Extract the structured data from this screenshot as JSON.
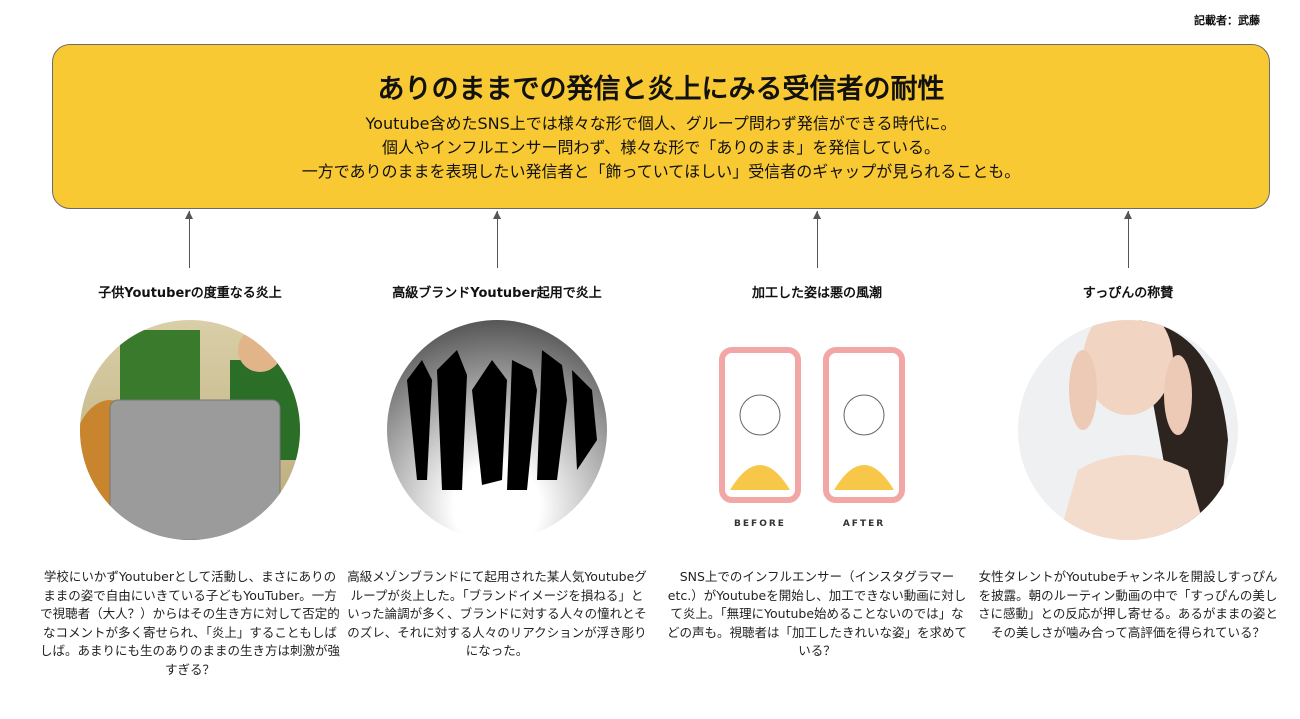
{
  "author": "記載者：武藤",
  "banner": {
    "title": "ありのままでの発信と炎上にみる受信者の耐性",
    "lines": [
      "Youtube含めたSNS上では様々な形で個人、グループ問わず発信ができる時代に。",
      "個人やインフルエンサー問わず、様々な形で「ありのまま」を発信している。",
      "一方でありのままを表現したい発信者と「飾っていてほしい」受信者のギャップが見られることも。"
    ]
  },
  "columns": [
    {
      "title": "子供Youtuberの度重なる炎上",
      "text": "学校にいかずYoutuberとして活動し、まさにありのままの姿で自由にいきている子どもYouTuber。一方で視聴者（大人？）からはその生き方に対して否定的なコメントが多く寄せられ、「炎上」することもしばしば。あまりにも生のありのままの生き方は刺激が強すぎる？"
    },
    {
      "title": "高級ブランドYoutuber起用で炎上",
      "text": "高級メゾンブランドにて起用された某人気Youtubeグループが炎上した。「ブランドイメージを損ねる」といった論調が多く、ブランドに対する人々の憧れとそのズレ、それに対する人々のリアクションが浮き彫りになった。"
    },
    {
      "title": "加工した姿は悪の風潮",
      "text": "SNS上でのインフルエンサー（インスタグラマーetc.）がYoutubeを開始し、加工できない動画に対して炎上。「無理にYoutube始めることないのでは」などの声も。視聴者は「加工したきれいな姿」を求めている？",
      "labels": [
        "BEFORE",
        "AFTER"
      ]
    },
    {
      "title": "すっぴんの称賛",
      "text": "女性タレントがYoutubeチャンネルを開設しすっぴんを披露。朝のルーティン動画の中で「すっぴんの美しさに感動」との反応が押し寄せる。あるがままの姿とその美しさが噛み合って高評価を得られている？"
    }
  ]
}
